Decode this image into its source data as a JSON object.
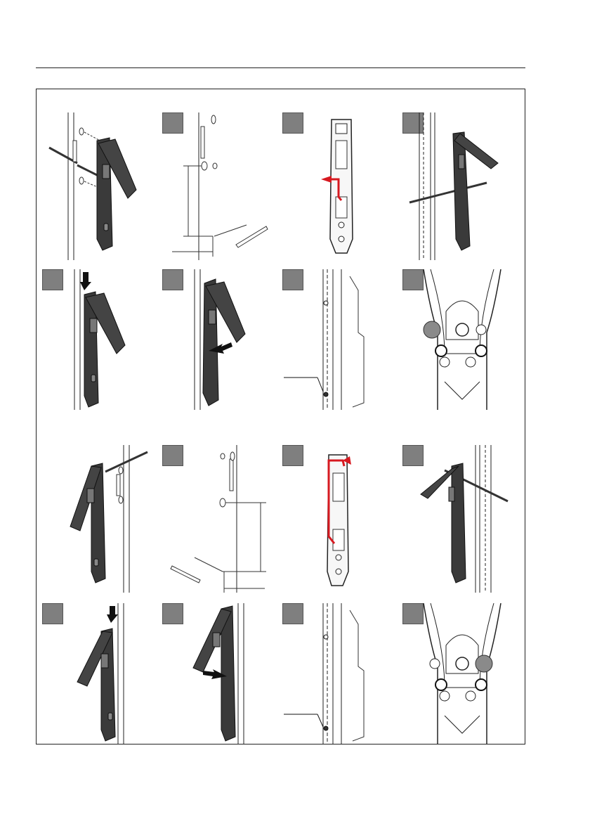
{
  "document": {
    "type": "installation-instructions",
    "illustration_rows": 4,
    "illustration_columns": 4
  },
  "icons": {
    "step_badge": "grey-square-badge",
    "arrow": "direction-arrow",
    "highlight": "red-path-highlight"
  },
  "colors": {
    "frame": "#222222",
    "badge": "#7f7f7f",
    "handle": "#3a3a3a",
    "highlight": "#d71920"
  }
}
